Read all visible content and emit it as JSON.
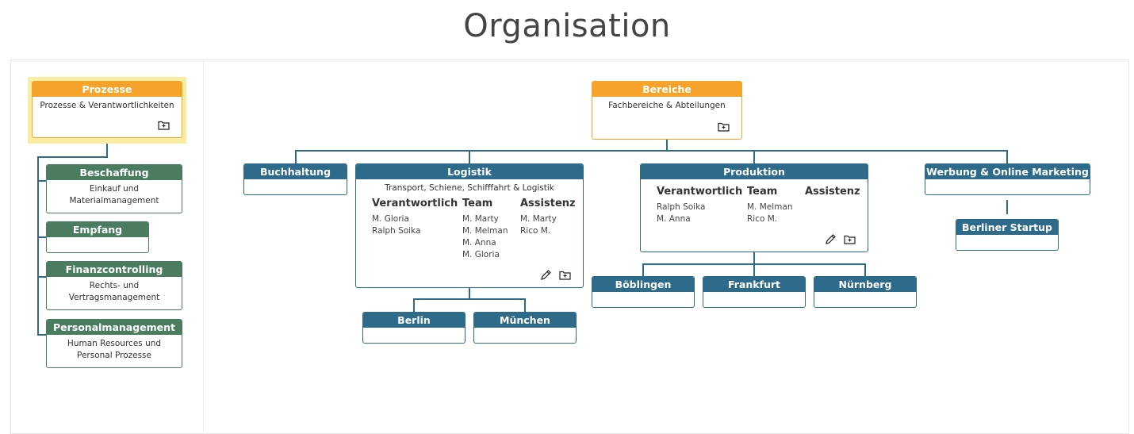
{
  "page": {
    "title": "Organisation"
  },
  "left": {
    "root": {
      "title": "Prozesse",
      "desc": "Prozesse & Verantwortlichkeiten",
      "icons": [
        "folder-add-icon"
      ]
    },
    "children": [
      {
        "title": "Beschaffung",
        "desc1": "Einkauf und",
        "desc2": "Materialmanagement"
      },
      {
        "title": "Empfang"
      },
      {
        "title": "Finanzcontrolling",
        "desc1": "Rechts- und",
        "desc2": "Vertragsmanagement"
      },
      {
        "title": "Personalmanagement",
        "desc1": "Human Resources und",
        "desc2": "Personal Prozesse"
      }
    ]
  },
  "main": {
    "root": {
      "title": "Bereiche",
      "desc": "Fachbereiche & Abteilungen",
      "icons": [
        "folder-add-icon"
      ]
    },
    "buchhaltung": {
      "title": "Buchhaltung"
    },
    "logistik": {
      "title": "Logistik",
      "desc": "Transport, Schiene, Schifffahrt & Logistik",
      "columns": [
        {
          "header": "Verantwortlich",
          "members": [
            "M. Gloria",
            "Ralph Soika"
          ]
        },
        {
          "header": "Team",
          "members": [
            "M. Marty",
            "M. Melman",
            "M. Anna",
            "M. Gloria"
          ]
        },
        {
          "header": "Assistenz",
          "members": [
            "M. Marty",
            "Rico M."
          ]
        }
      ],
      "icons": [
        "pencil-icon",
        "folder-add-icon"
      ],
      "children": [
        {
          "title": "Berlin"
        },
        {
          "title": "München"
        }
      ]
    },
    "produktion": {
      "title": "Produktion",
      "columns": [
        {
          "header": "Verantwortlich",
          "members": [
            "Ralph Soika",
            "M. Anna"
          ]
        },
        {
          "header": "Team",
          "members": [
            "M. Melman",
            "Rico M."
          ]
        },
        {
          "header": "Assistenz",
          "members": []
        }
      ],
      "icons": [
        "pencil-icon",
        "folder-add-icon"
      ],
      "children": [
        {
          "title": "Böblingen"
        },
        {
          "title": "Frankfurt"
        },
        {
          "title": "Nürnberg"
        }
      ]
    },
    "werbung": {
      "title": "Werbung & Online Marketing",
      "children": [
        {
          "title": "Berliner Startup"
        }
      ]
    }
  },
  "colors": {
    "blue": "#2e6b8a",
    "green": "#4a7d5f",
    "orange": "#f5a32b",
    "highlight": "#faeca0"
  }
}
